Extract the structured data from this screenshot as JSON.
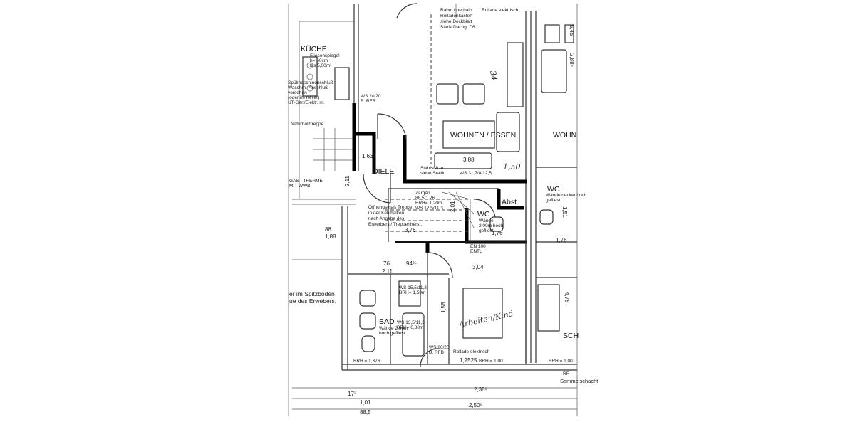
{
  "rooms": {
    "kueche": "KÜCHE",
    "wohnen_essen": "WOHNEN / ESSEN",
    "wohn_right": "WOHN",
    "diele": "DIELE",
    "wc_main": "WC",
    "wc_right": "WC",
    "abst": "Abst.",
    "bad": "BAD",
    "sch": "SCH"
  },
  "notes": {
    "rahm1": "Rahm oberhalb",
    "rahm2": "Rolladenkasten",
    "rahm3": "siehe Deckblatt",
    "rahm4": "Statik Dachg. D6",
    "rollade_top": "Rollade elektrisch",
    "rollade_bottom": "Rollade elektrisch",
    "fliesen1": "Fliesenspiegel",
    "fliesen2": "h= 60cm",
    "fliesen3": "bis 5,00m²",
    "spuel1": "Spülmaschinenschluß",
    "spuel2": "Waschm.-Anschluß",
    "spuel3": "vorsehen",
    "spuel4": "(oder im Keller)",
    "spuel5": "UT-Ger./Elektr. m.",
    "ws_top1": "WS 20/20",
    "ws_top2": "B. RFB",
    "holztreppe": "Naturholztreppe",
    "stahl1": "Stahlstütze",
    "stahl2": "siehe Statik",
    "wss": "WS 31,7/8/12,5",
    "gas1": "GAS - THERME",
    "gas2": "MIT WWB",
    "oeff1": "Öffnungsmaß Treppe",
    "oeff2": "in der Kehlbalken",
    "oeff3": "nach Angabe des",
    "oeff4": "Erwerbers / Treppenherst.",
    "zargen1": "Zargen",
    "zargen2": "88,5/1,26",
    "zargen3": "BRH= 1,20m",
    "zargen4": "WS 12,5/11,3",
    "wc_w1": "Wände",
    "wc_w2": "2,00m hoch",
    "wc_w3": "gefliest",
    "wc_right1": "Wände deckenhoch",
    "wc_right2": "gefliest",
    "entl1": "EN 100",
    "entl2": "ENTL",
    "spitz1": "er im Spitzboden",
    "spitz2": "ue des Erwebers.",
    "bad1": "Wände 2,00m",
    "bad2": "hoch gefliest",
    "ws_bad1": "WS 15,5/11,3",
    "ws_bad2": "BRH= 1,50m",
    "ws_bad3": "WS 13,5/11,3",
    "ws_bad4": "BRH= 0,88m",
    "brh_bl": "BRH = 1,376",
    "brh_bm": "BRH = 1,00",
    "brh_br": "BRH = 1,00",
    "bad_ws1": "WS 20/20",
    "bad_ws2": "B. RFB",
    "sammel": "Sammelschacht",
    "rr": "RR",
    "hand1": "34",
    "hand2": "1,50",
    "hand3": "Arbeiten/Kind"
  },
  "dims": {
    "d1": "1,01",
    "d2": "88,5",
    "d3": "17⁵",
    "d4": "2,38⁵",
    "d5": "2,50⁵",
    "d6": "1,2525",
    "d7": "5,45",
    "d8": "2,88⁵",
    "d9": "1,51",
    "d10": "1,76",
    "d11": "3,76",
    "d12": "2,11",
    "d13": "1,63⁵",
    "d14": "3,88",
    "d15": "1,56",
    "d16": "76",
    "d17": "4,76",
    "d18": "2,11",
    "d19": "94²⁵",
    "d20": "1,76",
    "d21": "3,04",
    "d22": "2,01",
    "d23": "88",
    "d24": "1,88",
    "d25": "DIELE"
  }
}
